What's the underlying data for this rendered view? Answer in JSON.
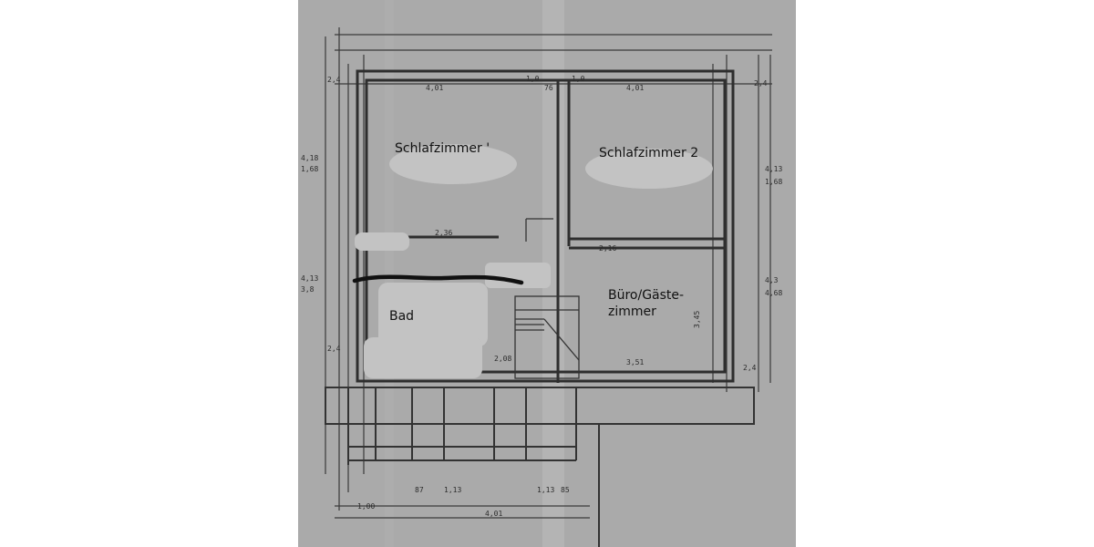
{
  "rooms": {
    "schlafzimmer1": "Schlafzimmer '",
    "schlafzimmer2": "Schlafzimmer 2",
    "bad": "Bad",
    "buero_line1": "Büro/Gäste-",
    "buero_line2": "zimmer"
  },
  "dimensions": {
    "top_left": "2,4",
    "top_span_left": "4,01",
    "top_span_right": "4,01",
    "top_right": "2,4",
    "top_mid_1": "1,0",
    "top_mid_2": "76",
    "top_mid_3": "1,0",
    "left_1": "4,18",
    "left_2": "1,68",
    "right_1": "4,13",
    "right_2": "1,68",
    "left_3": "4,13",
    "left_4": "3,8",
    "right_3": "4,3",
    "right_4": "4,68",
    "inner_1": "2,36",
    "inner_2": "2,16",
    "lower_left": "2,4",
    "lower_mid": "2,08",
    "lower_right": "3,51",
    "lower_far_right": "2,4",
    "bottom_1": "1,00",
    "bottom_2": "87",
    "bottom_3": "1,13",
    "bottom_4": "4,01",
    "bottom_5": "1,13",
    "bottom_6": "85",
    "vertical_right": "3,45"
  },
  "colors": {
    "paper": "#a9a9a9",
    "ink": "#3a3a3a",
    "redaction": "#c3c3c3",
    "marker": "#111111"
  }
}
